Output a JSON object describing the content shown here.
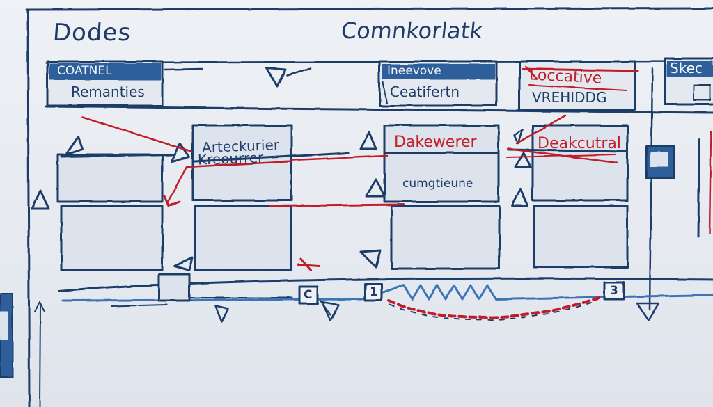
{
  "titles": {
    "left": "Dodes",
    "right": "Comnkorlatk"
  },
  "header_row": {
    "box1_top": "COATNEL",
    "box1_bottom": "Remanties",
    "box2_top": "Ineevove",
    "box2_bottom": "Ceatifertn",
    "box3_top": "Loccative",
    "box3_bottom": "VREHIDDG",
    "box4_top": "Skec"
  },
  "middle_row": {
    "box2_label_line1": "Arteckurier",
    "box2_label_line2": "Kreourrer",
    "box3_label": "Dakewerer",
    "box3_sublabel": "cumgtieune",
    "box4_label": "Deakcutral"
  },
  "timeline_markers": {
    "m1": "",
    "m2": "C",
    "m3": "1",
    "m4": "3"
  },
  "colors": {
    "ink_blue": "#1f3c68",
    "ink_red": "#c21f2a",
    "ink_light_blue": "#3b74b5",
    "header_fill": "#2d5f9a",
    "box_fill": "#dde3ec"
  },
  "icons": [
    "arrow-head-icon",
    "triangle-marker-icon",
    "down-arrow-icon"
  ]
}
